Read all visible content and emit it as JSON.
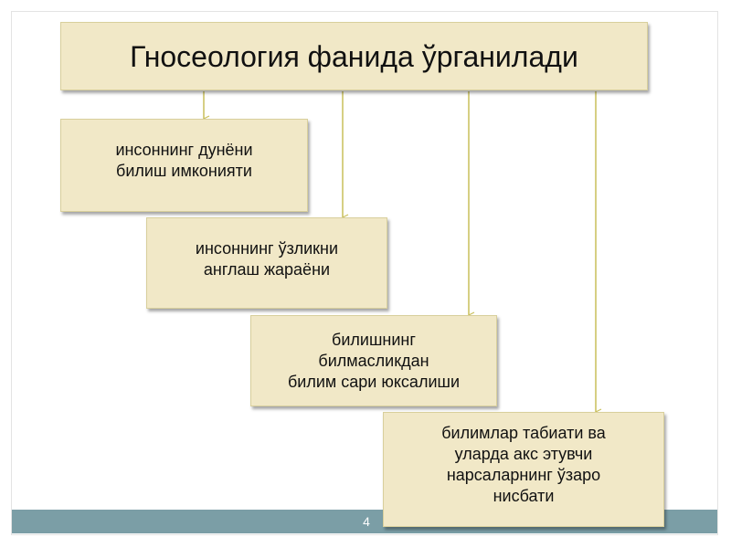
{
  "title": "Гносеология фанида ўрганилади",
  "items": [
    "инсоннинг дунёни\nбилиш имконияти",
    "инсоннинг ўзликни\nанглаш жараёни",
    "билишнинг\nбилмасликдан\nбилим сари юксалиши",
    "билимлар табиати ва\nуларда акс этувчи\nнарсаларнинг ўзаро\nнисбати"
  ],
  "page_number": "4",
  "colors": {
    "box_fill": "#f1e8c7",
    "connector": "#c9bf5a",
    "footer": "#7b9ea6"
  }
}
